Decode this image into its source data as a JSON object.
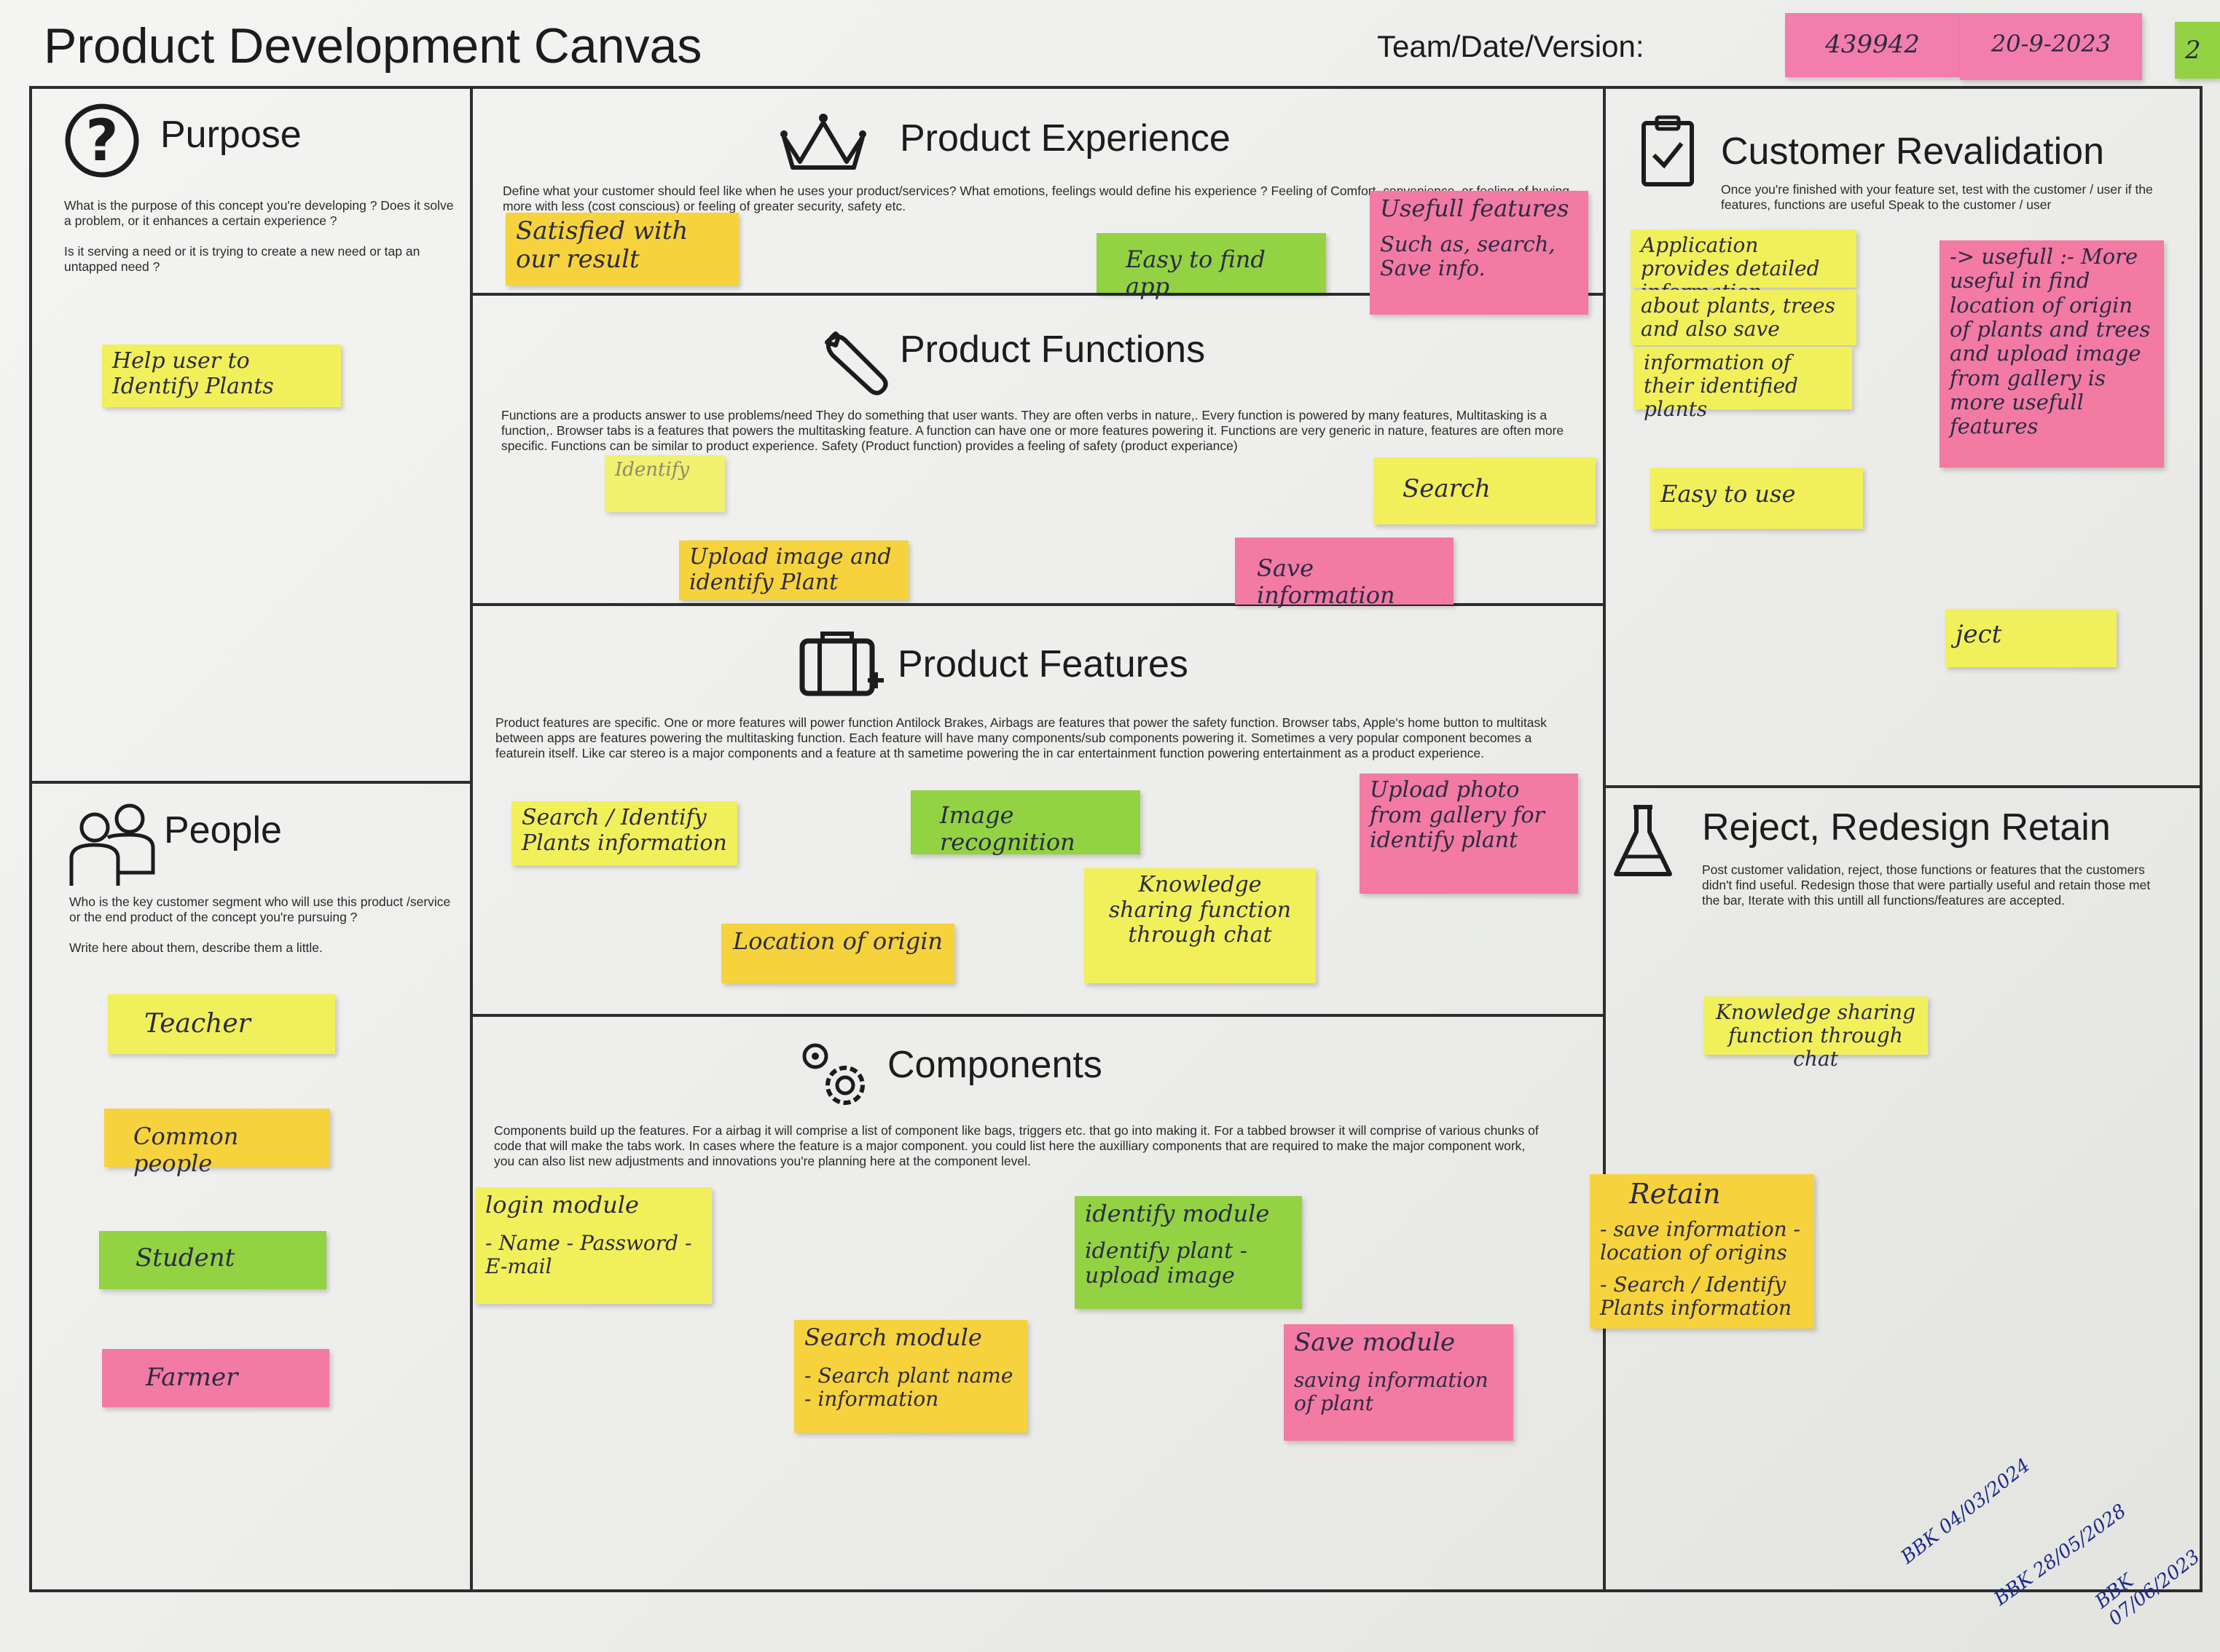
{
  "title": "Product Development Canvas",
  "team_label": "Team/Date/Version:",
  "team_values": [
    "439942",
    "20-9-2023",
    "2"
  ],
  "sections": {
    "purpose": {
      "title": "Purpose",
      "desc": "What is the purpose of this concept you're developing ? Does it solve a problem, or it enhances a certain experience ?\n\nIs it serving a need or it is trying to create a new need or tap an untapped need ?"
    },
    "people": {
      "title": "People",
      "desc": "Who is the key customer segment who will use this product /service or the end product of the concept you're pursuing ?\n\nWrite here about them, describe them a little."
    },
    "experience": {
      "title": "Product Experience",
      "desc": "Define what your customer should feel like when he uses your product/services? What emotions, feelings would define his experience ? Feeling of Comfort, convenience, or feeling of buying more with less (cost conscious) or feeling of greater security, safety etc."
    },
    "functions": {
      "title": "Product Functions",
      "desc": "Functions are a products answer to use problems/need They do something that user wants. They are often verbs in nature,. Every function is powered by many features, Multitasking is a function,. Browser tabs is a features that powers the multitasking feature. A function can have one or more features powering it. Functions are very generic in nature, features are often more specific. Functions can be similar to product experience. Safety (Product function) provides a feeling of safety (product experiance)"
    },
    "features": {
      "title": "Product Features",
      "desc": "Product features are specific. One or more features will power function Antilock Brakes, Airbags are features that power the safety function. Browser tabs, Apple's home button to multitask between apps are features powering the multitasking function. Each feature will have many components/sub components powering it. Sometimes a very popular component becomes a featurein itself. Like car stereo is a major components and a feature at th sametime powering the in car entertainment function powering entertainment as a product experience."
    },
    "components": {
      "title": "Components",
      "desc": "Components build up the features. For a airbag it will comprise a list of component like bags, triggers etc. that go into making it. For a tabbed browser it will comprise of various chunks of code that will make the tabs work. In cases where the feature is a major component. you could list here the auxilliary components that are required to make the major component work, you can also list new adjustments and innovations you're planning here at the component level."
    },
    "revalidation": {
      "title": "Customer Revalidation",
      "desc": "Once you're finished with your feature set, test with the customer / user if the features, functions are useful Speak to the customer / user"
    },
    "reject": {
      "title": "Reject, Redesign Retain",
      "desc": "Post customer validation, reject, those functions or features that the customers didn't find useful. Redesign those that were partially useful and retain those met the bar, Iterate with this untill all functions/features are accepted."
    }
  },
  "notes": {
    "purpose": [
      "Help user to Identify Plants"
    ],
    "people": [
      "Teacher",
      "Common people",
      "Student",
      "Farmer"
    ],
    "experience": [
      "Satisfied with our result",
      "Easy to find app",
      "Usefull features",
      "Such as, search, Save info."
    ],
    "functions": [
      "Identify",
      "Search",
      "Upload image and identify Plant",
      "Save information"
    ],
    "features": [
      "Search / Identify Plants information",
      "Image recognition",
      "Upload photo from gallery for identify plant",
      "Knowledge sharing function through chat",
      "Location of origin"
    ],
    "components": [
      "login module",
      "- Name - Password - E-mail",
      "identify module",
      "identify plant - upload image",
      "Search module",
      "- Search plant name - information",
      "Save module",
      "saving information of plant"
    ],
    "revalidation": [
      "Application provides detailed information",
      "about plants, trees and also save",
      "information of their identified plants",
      "Easy to use",
      "-> usefull :- More useful in find location of origin of plants and trees and upload image from gallery is more usefull features",
      "ject"
    ],
    "reject": [
      "Knowledge sharing function through chat",
      "Retain",
      "- save information - location of origins",
      "- Search / Identify Plants information"
    ]
  },
  "signatures": [
    "BBK 04/03/2024",
    "BBK 28/05/2028",
    "BBK 07/06/2023"
  ]
}
